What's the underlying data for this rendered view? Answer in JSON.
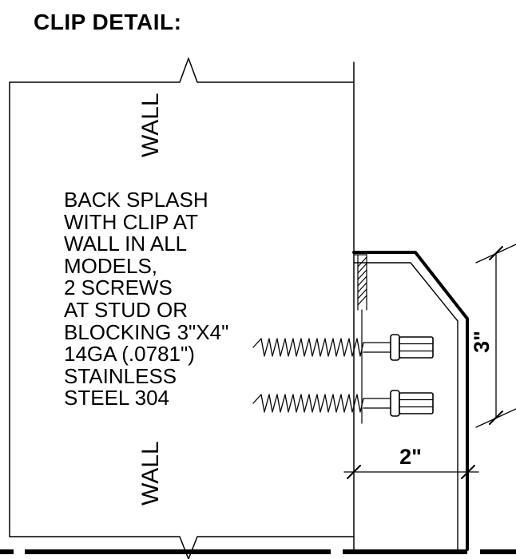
{
  "title": "CLIP DETAIL:",
  "labels": {
    "wall_top": "WALL",
    "wall_bottom": "WALL"
  },
  "note": "BACK SPLASH\nWITH CLIP AT\nWALL IN ALL\nMODELS,\n2 SCREWS\nAT STUD OR\nBLOCKING 3\"X4\"\n14GA (.0781\")\nSTAINLESS\nSTEEL 304",
  "dimensions": {
    "backsplash_height": "3\"",
    "backsplash_depth": "2\""
  },
  "colors": {
    "line": "#000000",
    "background": "#ffffff"
  }
}
